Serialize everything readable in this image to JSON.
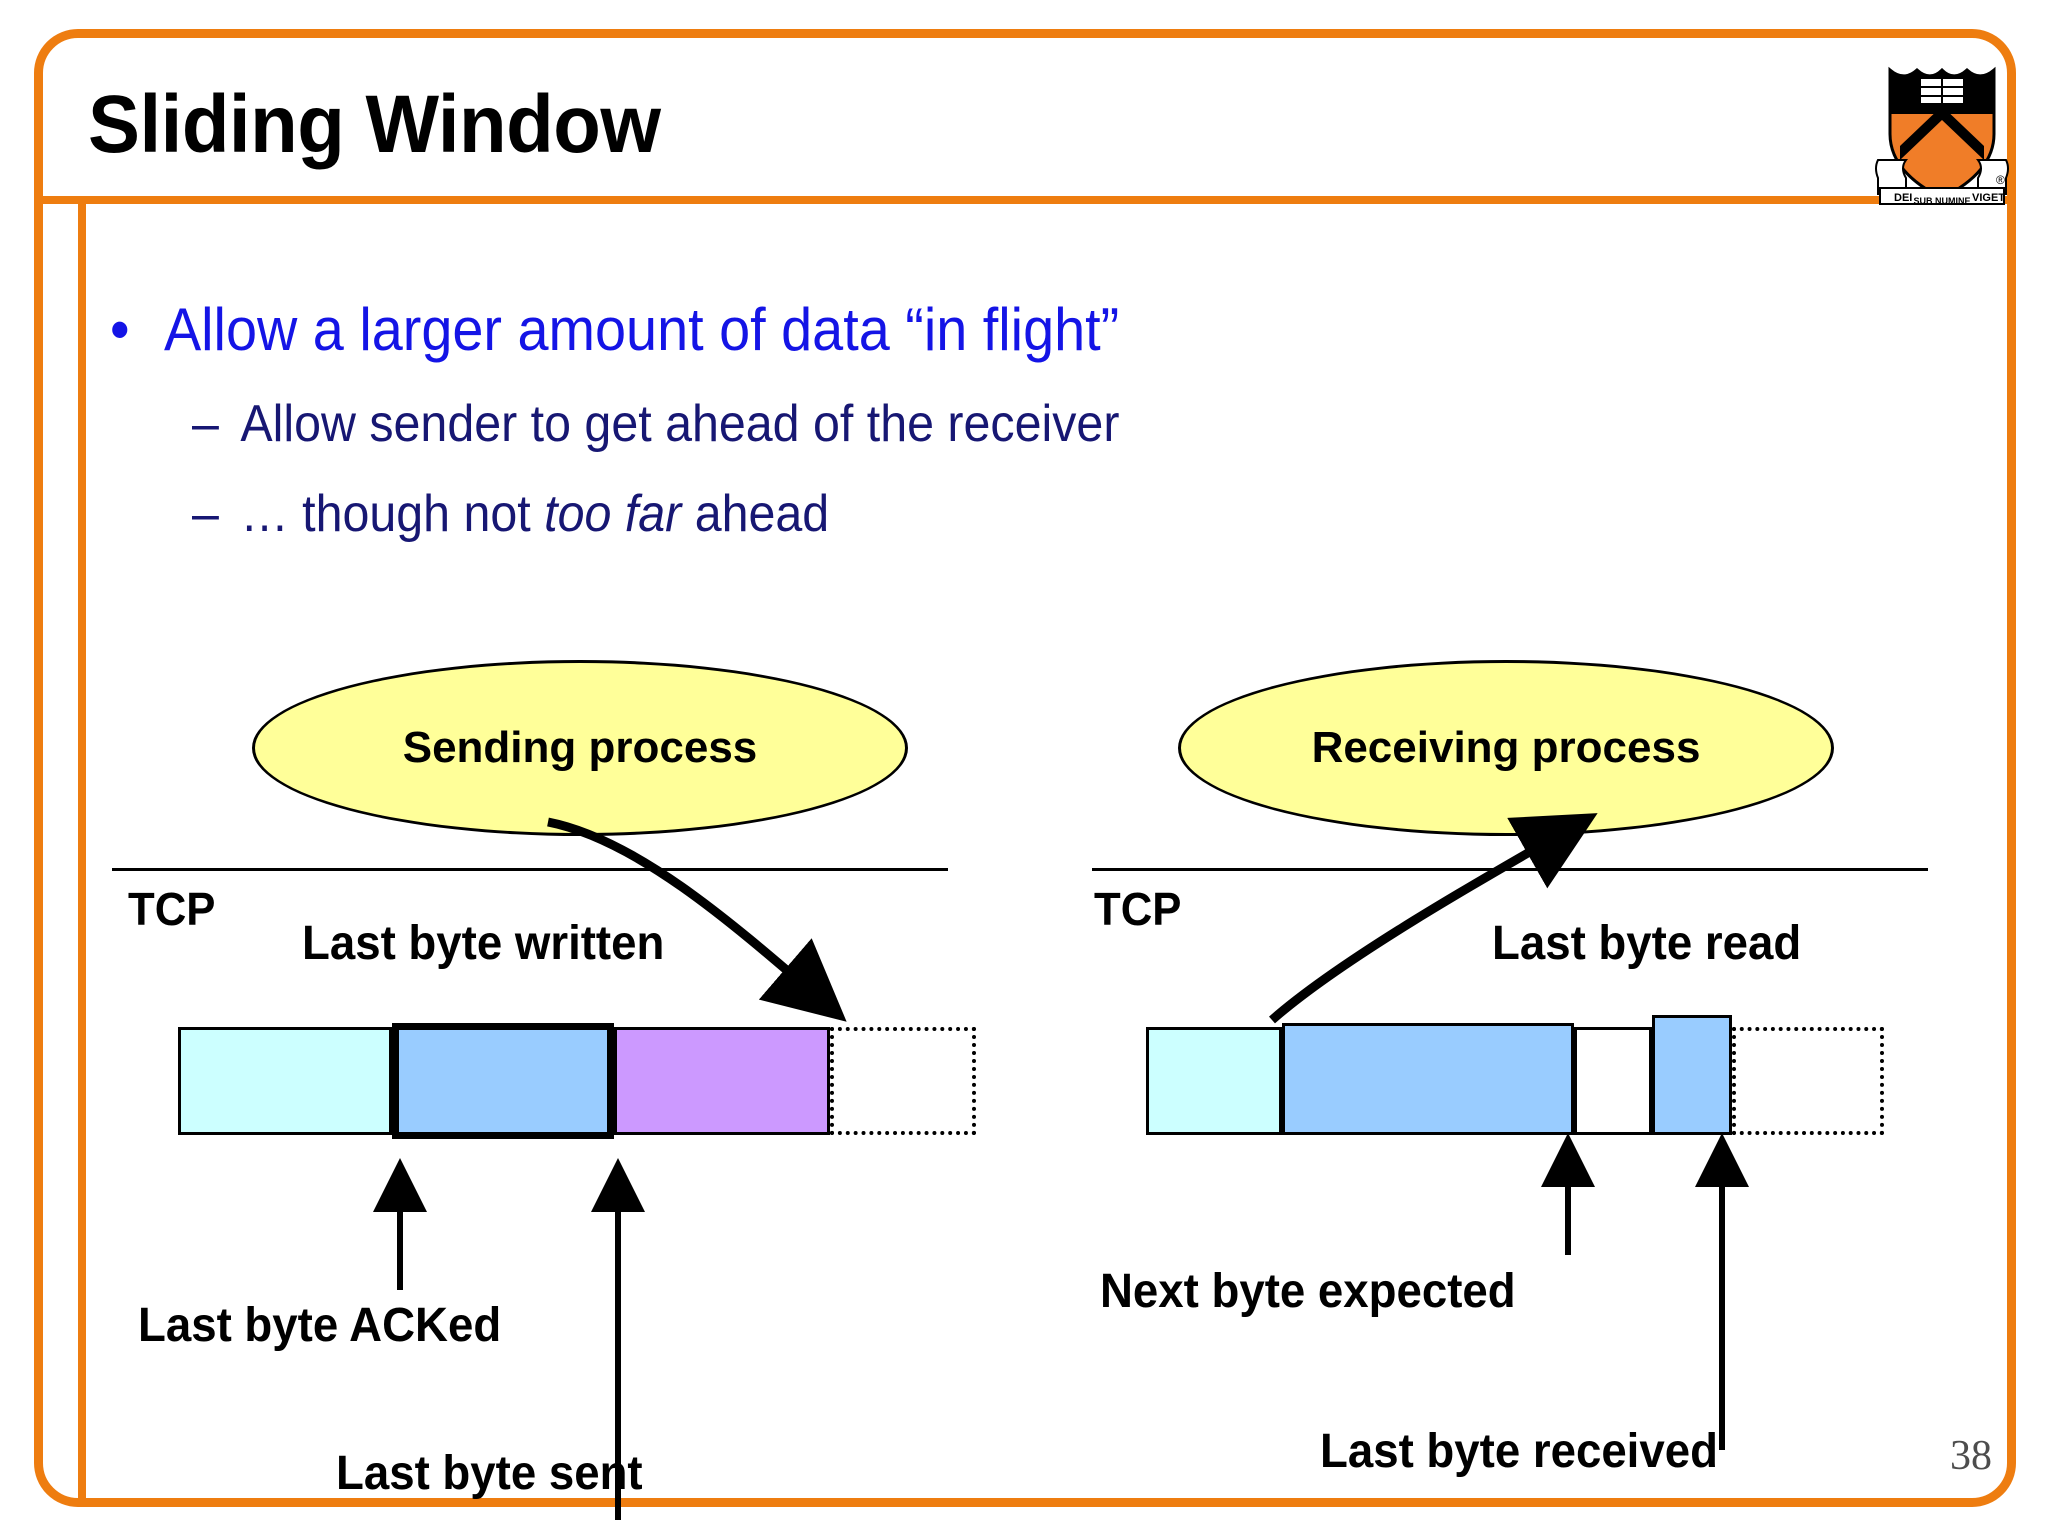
{
  "slide": {
    "title": "Sliding Window",
    "page_number": "38",
    "accent_color": "#ee7d10",
    "bullet_color_level1": "#1414e6",
    "bullet_color_level2": "#171773"
  },
  "logo": {
    "name": "princeton-shield",
    "motto_left": "DEI",
    "motto_center": "SUB NUMINE",
    "motto_right": "VIGET",
    "registered_mark": "®",
    "shield_orange": "#f07d28",
    "shield_black": "#000000"
  },
  "bullets": {
    "level1": [
      {
        "mark": "•",
        "text": "Allow a larger amount of data “in flight”"
      }
    ],
    "level2": [
      {
        "mark": "–",
        "text": "Allow sender to get ahead of the receiver"
      },
      {
        "mark": "–",
        "text_before": "… though not ",
        "text_italic": "too far",
        "text_after": " ahead"
      }
    ]
  },
  "diagram": {
    "sender": {
      "process_label": "Sending process",
      "layer_label": "TCP",
      "pointer_top_label": "Last byte written",
      "buffer_segments": [
        {
          "name": "acked-region",
          "fill": "#ccffff",
          "border": "thin"
        },
        {
          "name": "in-flight-window",
          "fill": "#99ccff",
          "border": "thick"
        },
        {
          "name": "written-not-sent",
          "fill": "#cc99ff",
          "border": "thin"
        },
        {
          "name": "unwritten-space",
          "fill": "#ffffff",
          "border": "dotted"
        }
      ],
      "markers": [
        {
          "name": "last-byte-acked",
          "label": "Last byte ACKed"
        },
        {
          "name": "last-byte-sent",
          "label": "Last byte sent"
        }
      ]
    },
    "receiver": {
      "process_label": "Receiving process",
      "layer_label": "TCP",
      "pointer_top_label": "Last byte read",
      "buffer_segments": [
        {
          "name": "read-region",
          "fill": "#ccffff",
          "border": "thin"
        },
        {
          "name": "received-in-order",
          "fill": "#99ccff",
          "border": "thin"
        },
        {
          "name": "gap-missing",
          "fill": "#ffffff",
          "border": "thin"
        },
        {
          "name": "received-out-of-order",
          "fill": "#99ccff",
          "border": "thin"
        },
        {
          "name": "free-space",
          "fill": "#ffffff",
          "border": "dotted"
        }
      ],
      "markers": [
        {
          "name": "next-byte-expected",
          "label": "Next byte expected"
        },
        {
          "name": "last-byte-received",
          "label": "Last byte received"
        }
      ]
    }
  }
}
